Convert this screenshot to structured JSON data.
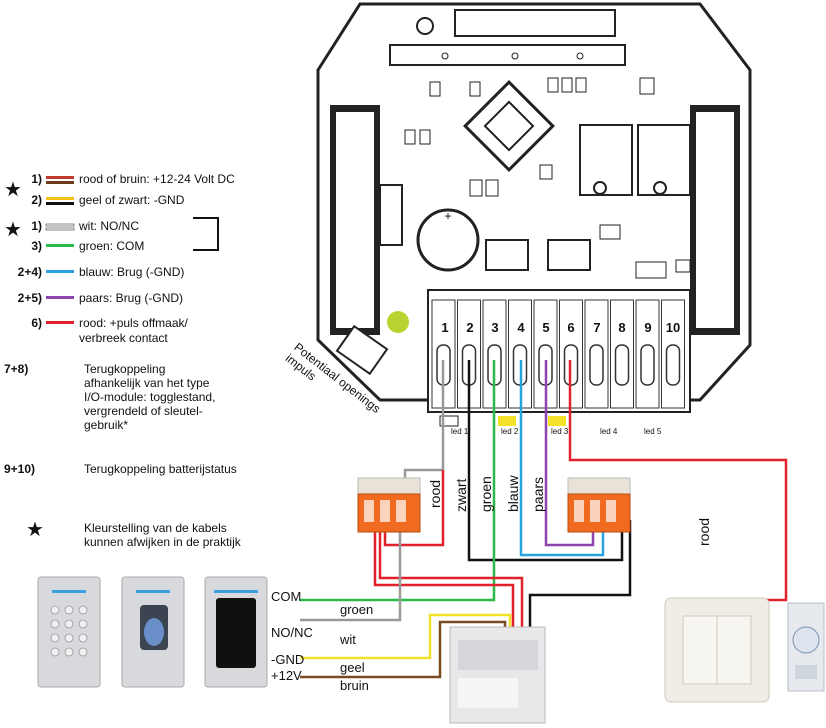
{
  "legend": [
    {
      "num": "1)",
      "text": "rood of bruin: +12-24 Volt DC",
      "color": "#c0392b",
      "color2": "#6b3a1f"
    },
    {
      "num": "2)",
      "text": "geel of zwart: -GND",
      "color": "#f1c40f",
      "color2": "#111111"
    },
    {
      "num": "1)",
      "text": "wit: NO/NC",
      "color": "#ffffff",
      "color2": ""
    },
    {
      "num": "3)",
      "text": "groen: COM",
      "color": "#2db84a",
      "color2": ""
    },
    {
      "num": "2+4)",
      "text": "blauw: Brug (-GND)",
      "color": "#29a3dd",
      "color2": ""
    },
    {
      "num": "2+5)",
      "text": "paars: Brug (-GND)",
      "color": "#8e44ad",
      "color2": ""
    },
    {
      "num": "6)",
      "text": "rood: +puls offmaak/",
      "color": "#e0202a",
      "color2": ""
    }
  ],
  "legend_cont": "verbreek contact",
  "note78": {
    "num": "7+8)",
    "lines": [
      "Terugkoppeling",
      "afhankelijk van het type",
      "I/O-module: togglestand,",
      "vergrendeld of sleutel-",
      "gebruik*"
    ]
  },
  "note910": {
    "num": "9+10)",
    "text": "Terugkoppeling batterijstatus"
  },
  "star_note": {
    "lines": [
      "Kleurstelling van de kabels",
      "kunnen afwijken in de praktijk"
    ]
  },
  "terminals": [
    "1",
    "2",
    "3",
    "4",
    "5",
    "6",
    "7",
    "8",
    "9",
    "10"
  ],
  "pcb_label": [
    "Potentiaal openings",
    "impuls"
  ],
  "leds": [
    "led 1",
    "led 2",
    "led 3",
    "led 4",
    "led 5"
  ],
  "wire_labels": [
    "zwart",
    "groen",
    "blauw",
    "paars"
  ],
  "rood_labels": [
    "rood",
    "rood"
  ],
  "psu_terms": [
    "COM",
    "NO/NC",
    "-GND",
    "+12V"
  ],
  "psu_colors": [
    "groen",
    "wit",
    "geel",
    "bruin"
  ]
}
